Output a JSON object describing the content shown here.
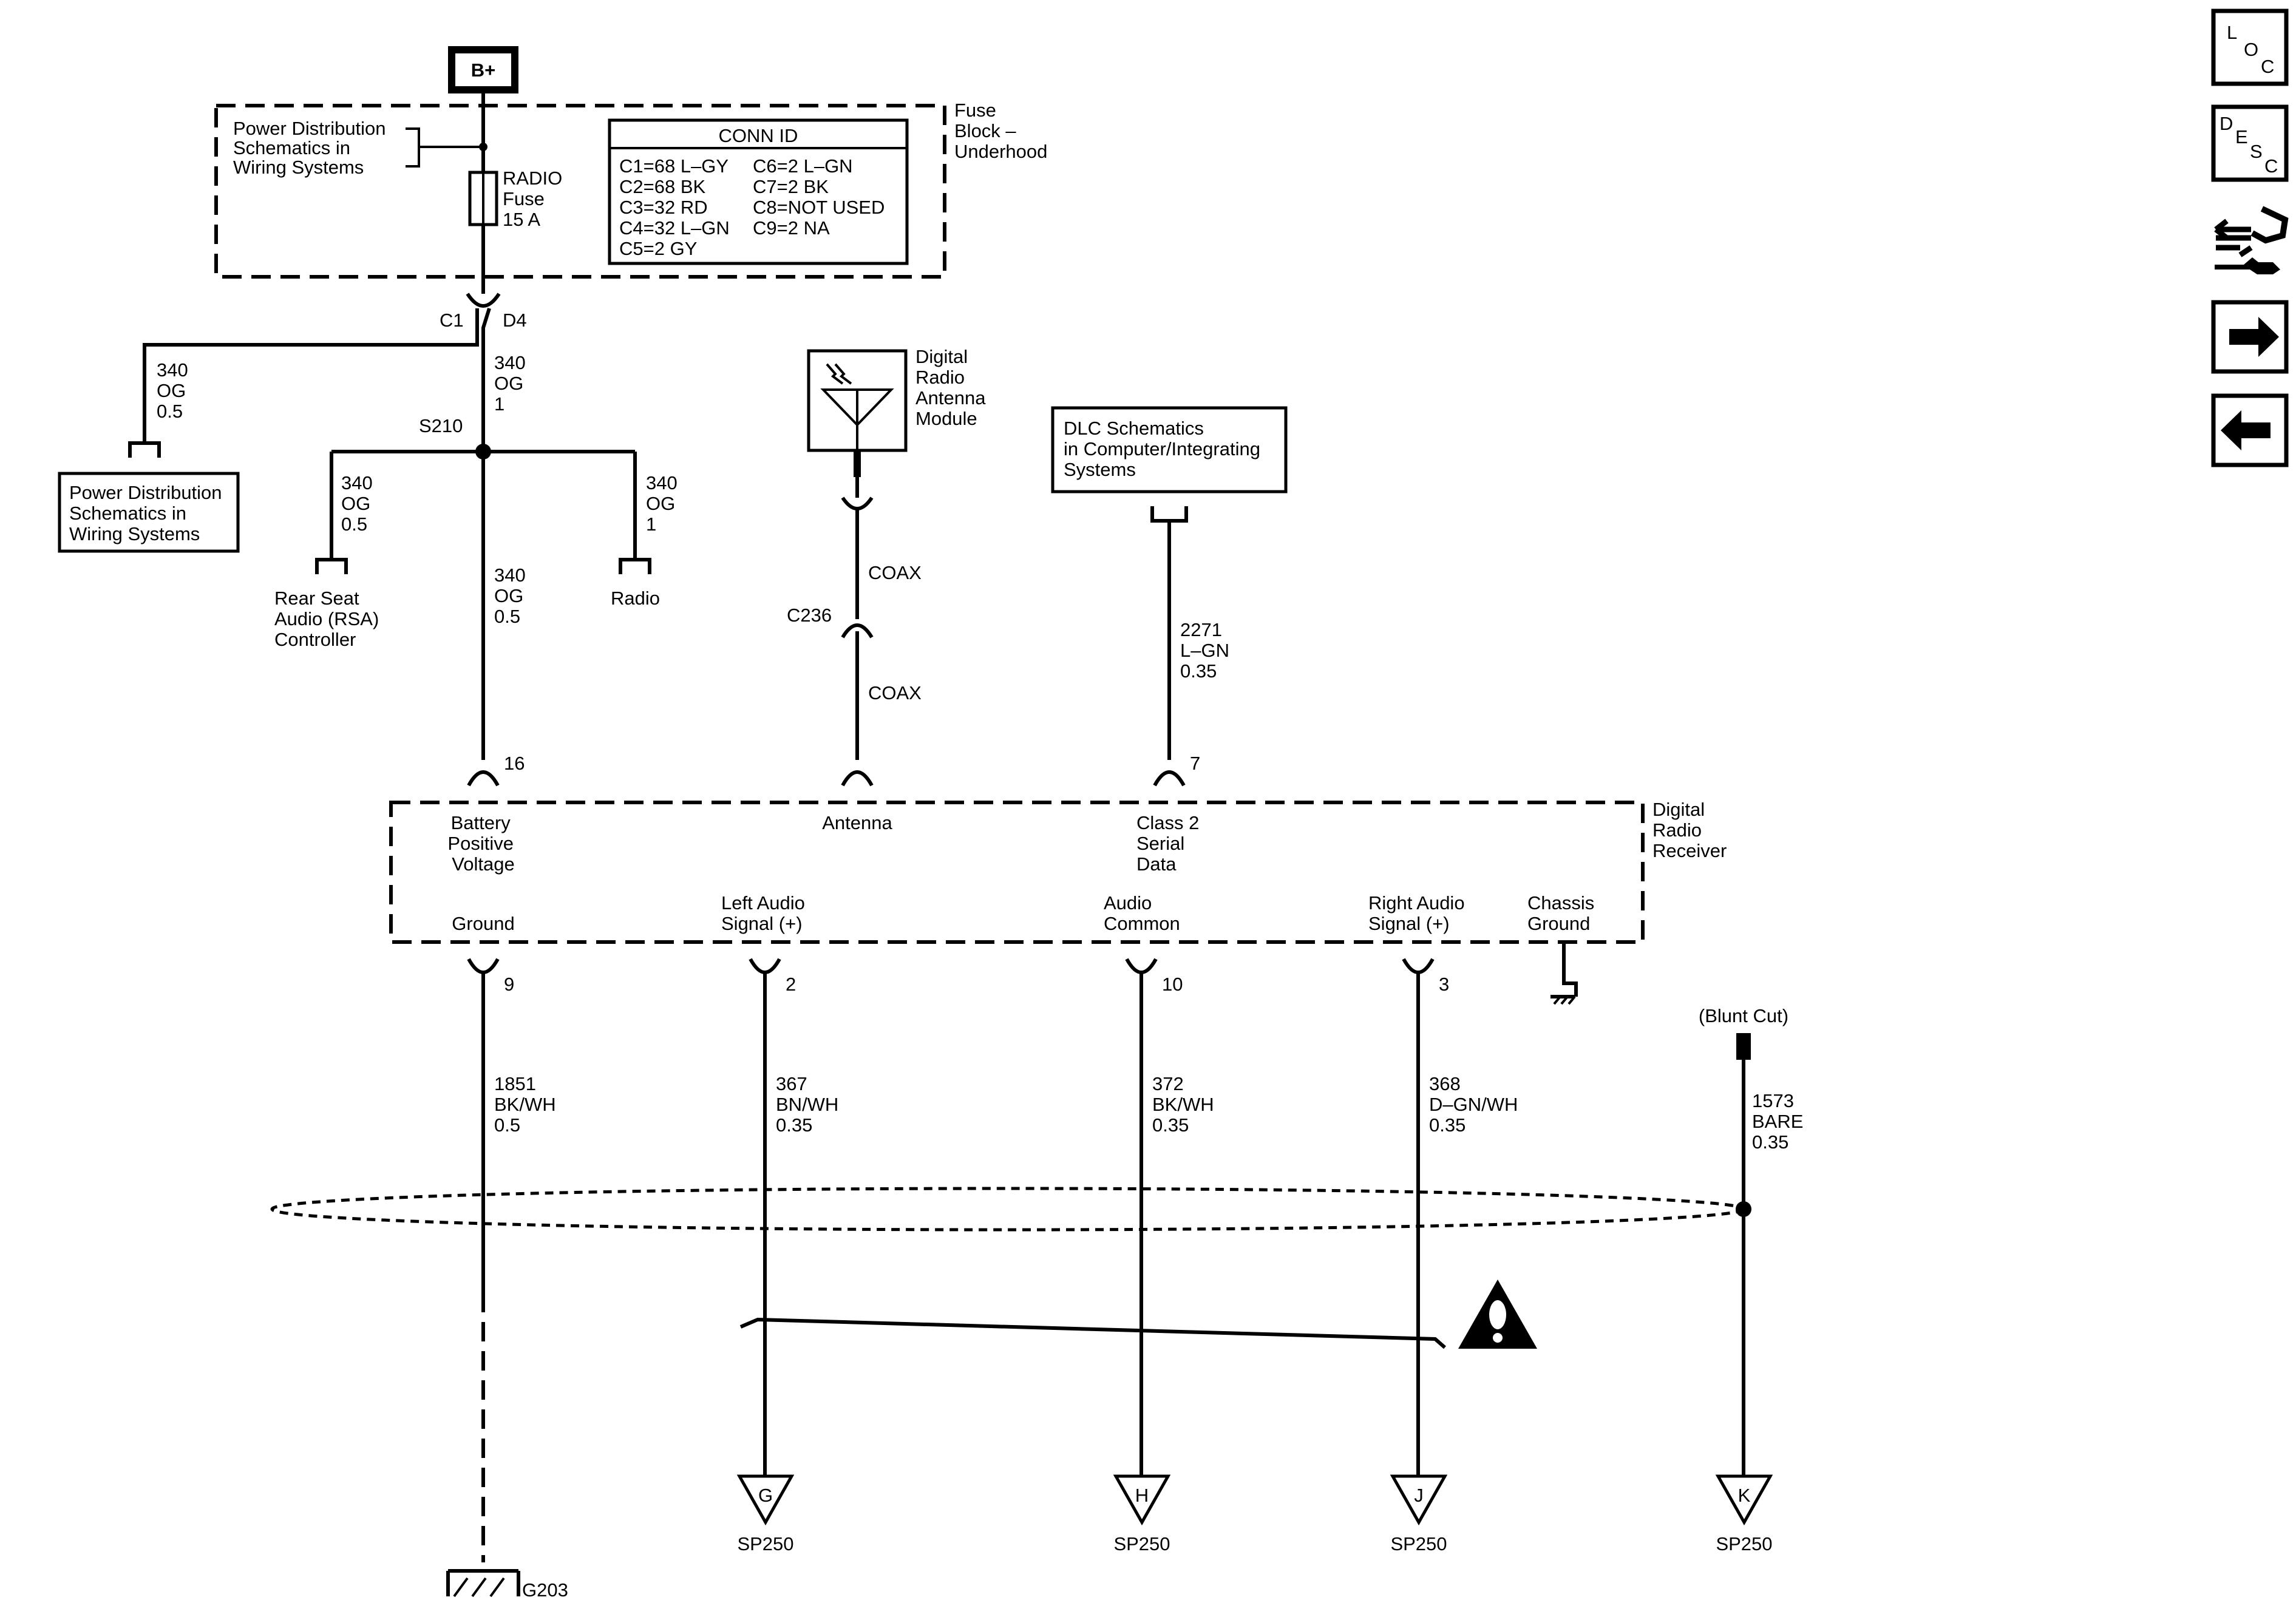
{
  "power": {
    "bplus": "B+"
  },
  "fuse_block": {
    "label": [
      "Fuse",
      "Block –",
      "Underhood"
    ],
    "pd_ref": [
      "Power Distribution",
      "Schematics in",
      "Wiring Systems"
    ],
    "fuse": [
      "RADIO",
      "Fuse",
      "15 A"
    ]
  },
  "conn_id": {
    "title": "CONN ID",
    "left": [
      "C1=68 L–GY",
      "C2=68 BK",
      "C3=32 RD",
      "C4=32 L–GN",
      "C5=2 GY"
    ],
    "right": [
      "C6=2 L–GN",
      "C7=2 BK",
      "C8=NOT USED",
      "C9=2 NA"
    ]
  },
  "connectors": {
    "c1": "C1",
    "d4": "D4",
    "s210": "S210",
    "c236": "C236"
  },
  "left_wire": [
    "340",
    "OG",
    "0.5"
  ],
  "pd_box": [
    "Power Distribution",
    "Schematics in",
    "Wiring Systems"
  ],
  "main_wire_top": [
    "340",
    "OG",
    "1"
  ],
  "rsa_wire": [
    "340",
    "OG",
    "0.5"
  ],
  "rsa_label": [
    "Rear Seat",
    "Audio (RSA)",
    "Controller"
  ],
  "batt_wire": [
    "340",
    "OG",
    "0.5"
  ],
  "radio_wire": [
    "340",
    "OG",
    "1"
  ],
  "radio_label": "Radio",
  "antenna_module": [
    "Digital",
    "Radio",
    "Antenna",
    "Module"
  ],
  "coax": "COAX",
  "dlc_box": [
    "DLC Schematics",
    "in Computer/Integrating",
    "Systems"
  ],
  "dlc_wire": [
    "2271",
    "L–GN",
    "0.35"
  ],
  "receiver": {
    "label": [
      "Digital",
      "Radio",
      "Receiver"
    ],
    "pins_top": {
      "batt": "16",
      "dlc": "7"
    },
    "batt_label": [
      "Battery",
      "Positive",
      "Voltage"
    ],
    "antenna_label": "Antenna",
    "class2_label": [
      "Class 2",
      "Serial",
      "Data"
    ],
    "ground_label": "Ground",
    "left_audio_label": [
      "Left Audio",
      "Signal (+)"
    ],
    "audio_common_label": [
      "Audio",
      "Common"
    ],
    "right_audio_label": [
      "Right Audio",
      "Signal (+)"
    ],
    "chassis_label": [
      "Chassis",
      "Ground"
    ],
    "pins_bottom": {
      "ground": "9",
      "left": "2",
      "common": "10",
      "right": "3"
    }
  },
  "bottom_wires": {
    "ground": [
      "1851",
      "BK/WH",
      "0.5"
    ],
    "left": [
      "367",
      "BN/WH",
      "0.35"
    ],
    "common": [
      "372",
      "BK/WH",
      "0.35"
    ],
    "right": [
      "368",
      "D–GN/WH",
      "0.35"
    ],
    "drain": [
      "1573",
      "BARE",
      "0.35"
    ]
  },
  "blunt_cut": "(Blunt Cut)",
  "splices": {
    "g": "G",
    "h": "H",
    "j": "J",
    "k": "K",
    "sp": "SP250"
  },
  "ground_ref": "G203",
  "nav": {
    "loc": [
      "L",
      "O",
      "C"
    ],
    "desc": [
      "D",
      "E",
      "S",
      "C"
    ]
  }
}
